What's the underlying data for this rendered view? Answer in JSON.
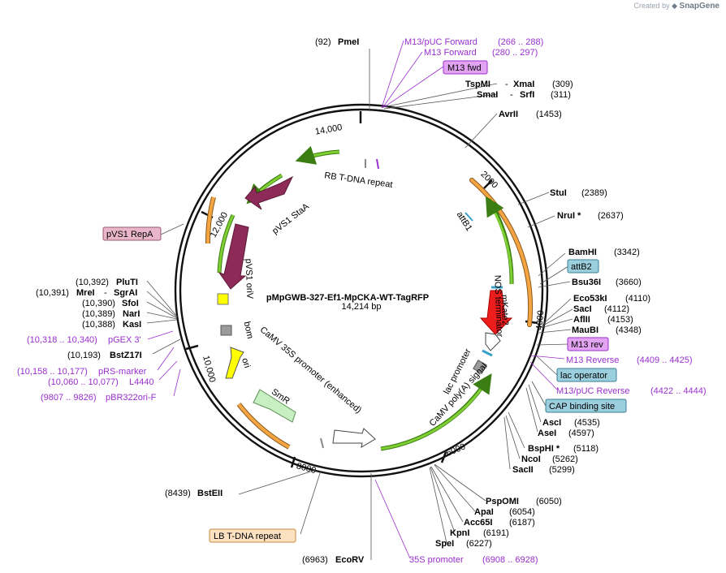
{
  "credit": {
    "created_by": "Created by",
    "brand": "SnapGene"
  },
  "plasmid": {
    "name": "pMpGWB-327-Ef1-MpCKA-WT-TagRFP",
    "size": "14,214 bp"
  },
  "ticks": [
    {
      "label": "14,000",
      "pos": 14000
    },
    {
      "label": "2000",
      "pos": 2000
    },
    {
      "label": "4000",
      "pos": 4000
    },
    {
      "label": "6000",
      "pos": 6000
    },
    {
      "label": "8000",
      "pos": 8000
    },
    {
      "label": "10,000",
      "pos": 10000
    },
    {
      "label": "12,000",
      "pos": 12000
    }
  ],
  "sites": [
    {
      "name": "PmeI",
      "pos": "(92)",
      "side": "left"
    },
    {
      "name": "M13/pUC Forward",
      "pos": "(266 .. 288)",
      "side": "right",
      "kind": "primer"
    },
    {
      "name": "M13 Forward",
      "pos": "(280 .. 297)",
      "side": "right",
      "kind": "primer"
    },
    {
      "name": "M13 fwd",
      "pos": "",
      "side": "right",
      "kind": "box"
    },
    {
      "name": "TspMI",
      "name2": "XmaI",
      "pos": "(309)",
      "side": "right"
    },
    {
      "name": "SmaI",
      "name2": "SrfI",
      "pos": "(311)",
      "side": "right"
    },
    {
      "name": "AvrII",
      "pos": "(1453)",
      "side": "right"
    },
    {
      "name": "StuI",
      "pos": "(2389)",
      "side": "right"
    },
    {
      "name": "NruI *",
      "pos": "(2637)",
      "side": "right"
    },
    {
      "name": "BamHI",
      "pos": "(3342)",
      "side": "right"
    },
    {
      "name": "attB2",
      "pos": "",
      "side": "right",
      "kind": "box"
    },
    {
      "name": "Bsu36I",
      "pos": "(3660)",
      "side": "right"
    },
    {
      "name": "Eco53kI",
      "pos": "(4110)",
      "side": "right"
    },
    {
      "name": "SacI",
      "pos": "(4112)",
      "side": "right"
    },
    {
      "name": "AflII",
      "pos": "(4153)",
      "side": "right"
    },
    {
      "name": "MauBI",
      "pos": "(4348)",
      "side": "right"
    },
    {
      "name": "M13 rev",
      "pos": "",
      "side": "right",
      "kind": "box"
    },
    {
      "name": "M13 Reverse",
      "pos": "(4409 .. 4425)",
      "side": "right",
      "kind": "primer"
    },
    {
      "name": "lac operator",
      "pos": "",
      "side": "right",
      "kind": "box"
    },
    {
      "name": "M13/pUC Reverse",
      "pos": "(4422 .. 4444)",
      "side": "right",
      "kind": "primer"
    },
    {
      "name": "CAP binding site",
      "pos": "",
      "side": "right",
      "kind": "box"
    },
    {
      "name": "AscI",
      "pos": "(4535)",
      "side": "right"
    },
    {
      "name": "AseI",
      "pos": "(4597)",
      "side": "right"
    },
    {
      "name": "BspHI *",
      "pos": "(5118)",
      "side": "right"
    },
    {
      "name": "NcoI",
      "pos": "(5262)",
      "side": "right"
    },
    {
      "name": "SacII",
      "pos": "(5299)",
      "side": "right"
    },
    {
      "name": "PspOMI",
      "pos": "(6050)",
      "side": "right"
    },
    {
      "name": "ApaI",
      "pos": "(6054)",
      "side": "right"
    },
    {
      "name": "Acc65I",
      "pos": "(6187)",
      "side": "right"
    },
    {
      "name": "KpnI",
      "pos": "(6191)",
      "side": "right"
    },
    {
      "name": "SpeI",
      "pos": "(6227)",
      "side": "right"
    },
    {
      "name": "35S promoter",
      "pos": "(6908 .. 6928)",
      "side": "right",
      "kind": "primer"
    },
    {
      "name": "EcoRV",
      "pos": "(6963)",
      "side": "left"
    },
    {
      "name": "LB T-DNA repeat",
      "pos": "",
      "side": "left",
      "kind": "box"
    },
    {
      "name": "BstEII",
      "pos": "(8439)",
      "side": "left"
    },
    {
      "name": "pBR322ori-F",
      "pos": "(9807 .. 9826)",
      "side": "left",
      "kind": "primer"
    },
    {
      "name": "L4440",
      "pos": "(10,060 .. 10,077)",
      "side": "left",
      "kind": "primer"
    },
    {
      "name": "pRS-marker",
      "pos": "(10,158 .. 10,177)",
      "side": "left",
      "kind": "primer"
    },
    {
      "name": "BstZ17I",
      "pos": "(10,193)",
      "side": "left"
    },
    {
      "name": "pGEX 3'",
      "pos": "(10,318 .. 10,340)",
      "side": "left",
      "kind": "primer"
    },
    {
      "name": "KasI",
      "pos": "(10,388)",
      "side": "left"
    },
    {
      "name": "NarI",
      "pos": "(10,389)",
      "side": "left"
    },
    {
      "name": "SfoI",
      "pos": "(10,390)",
      "side": "left"
    },
    {
      "name": "MreI",
      "name2": "SgrAI",
      "pos": "(10,391)",
      "side": "left"
    },
    {
      "name": "PluTI",
      "pos": "(10,392)",
      "side": "left"
    },
    {
      "name": "pVS1 RepA",
      "pos": "",
      "side": "left",
      "kind": "box"
    }
  ],
  "features": {
    "rb": "RB T-DNA repeat",
    "stab": "pVS1 StaA",
    "oriv": "pVS1 oriV",
    "bom": "bom",
    "ori": "ori",
    "smr": "SmR",
    "camv35s": "CaMV 35S promoter (enhanced)",
    "attb1": "attB1",
    "nos": "NOS terminator",
    "mkate2": "mKate2",
    "lac": "lac promoter",
    "polya": "CaMV poly(A) signal"
  },
  "colors": {
    "backbone": "#111111",
    "green": "#7fcf33",
    "orange": "#f5a442",
    "maroon": "#8e2a58",
    "red": "#ee1d1d",
    "yellow": "#ffff00",
    "gray": "#999999",
    "purple": "#9a2fcf",
    "box_purple": "#e2a3f2",
    "box_teal": "#9ccfdd",
    "box_pink": "#e8b6c8",
    "box_peach": "#fde2c2"
  }
}
